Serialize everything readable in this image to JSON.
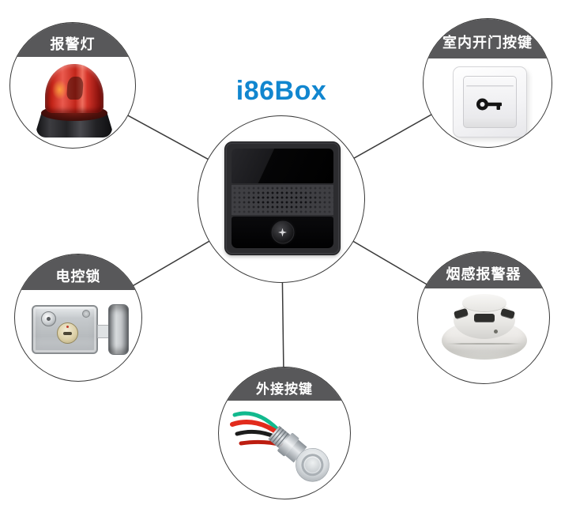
{
  "title": "i86Box",
  "colors": {
    "accent": "#1186cf",
    "banner": "#58585a",
    "banner-text": "#ffffff",
    "line": "#3a3a3a",
    "beacon-red": "#d5352a",
    "brass": "#dcd0a8",
    "wire-red": "#e22b1c",
    "wire-green": "#12b98e",
    "wire-dark": "#1c1c1c"
  },
  "center": {
    "title": "i86Box",
    "device": "i86box-intercom-unit"
  },
  "nodes": [
    {
      "id": "alarm-light",
      "label": "报警灯",
      "icon": "alarm-beacon-image"
    },
    {
      "id": "indoor-open-button",
      "label": "室内开门按键",
      "icon": "wall-key-switch-image"
    },
    {
      "id": "electric-lock",
      "label": "电控锁",
      "icon": "electric-rim-lock-image"
    },
    {
      "id": "smoke-detector",
      "label": "烟感报警器",
      "icon": "smoke-detector-image"
    },
    {
      "id": "external-button",
      "label": "外接按键",
      "icon": "metal-push-button-image"
    }
  ]
}
